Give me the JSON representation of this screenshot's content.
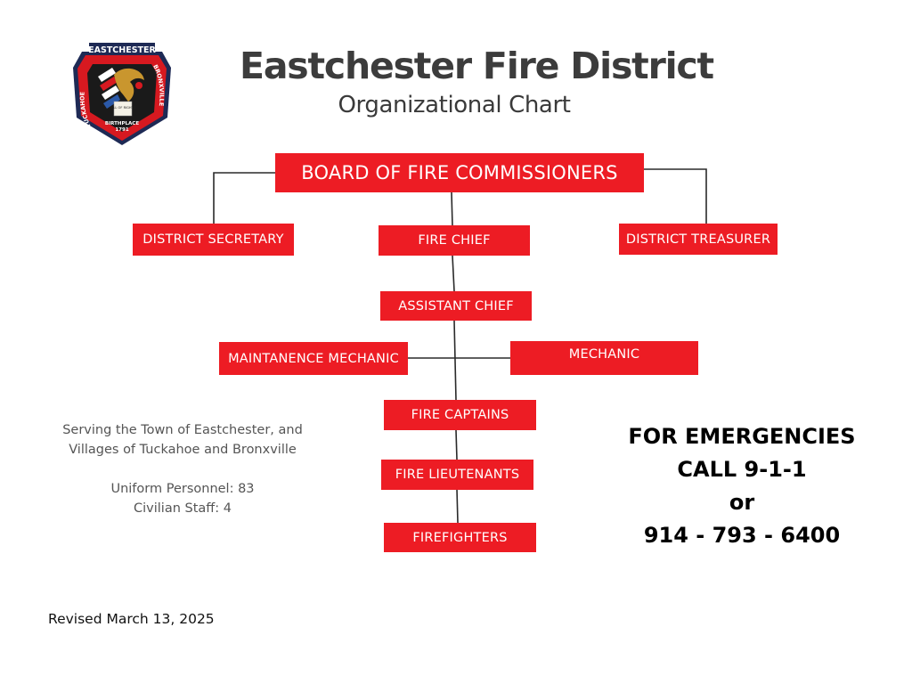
{
  "header": {
    "title": "Eastchester Fire District",
    "subtitle": "Organizational Chart"
  },
  "badge": {
    "top_text": "EASTCHESTER",
    "left_text": "TUCKAHOE",
    "right_text": "BRONXVILLE",
    "scroll_text": "BILL OF RIGHTS",
    "bottom_text": "BIRTHPLACE",
    "year": "1791"
  },
  "org": {
    "board": "BOARD OF FIRE COMMISSIONERS",
    "secretary": "DISTRICT SECRETARY",
    "chief": "FIRE CHIEF",
    "treasurer": "DISTRICT TREASURER",
    "assistant_chief": "ASSISTANT CHIEF",
    "maint_mechanic": "MAINTANENCE MECHANIC",
    "mechanic": "MECHANIC",
    "captains": "FIRE CAPTAINS",
    "lieutenants": "FIRE LIEUTENANTS",
    "firefighters": "FIREFIGHTERS"
  },
  "info": {
    "serving_line1": "Serving the Town of Eastchester, and",
    "serving_line2": "Villages of Tuckahoe and Bronxville",
    "uniform": "Uniform Personnel: 83",
    "civilian": "Civilian Staff: 4"
  },
  "emergency": {
    "line1": "FOR EMERGENCIES",
    "line2": "CALL 9-1-1",
    "line3": "or",
    "line4": "914 - 793 - 6400"
  },
  "footer": {
    "revised": "Revised March 13, 2025"
  },
  "colors": {
    "box_red": "#ed1c24",
    "badge_navy": "#1e2a55",
    "badge_red": "#d71920",
    "title_gray": "#3c3c3c"
  }
}
